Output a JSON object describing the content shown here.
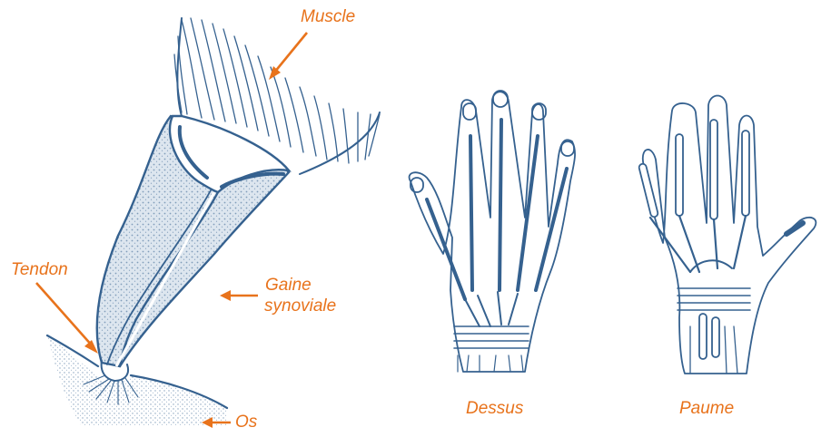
{
  "labels": {
    "muscle": "Muscle",
    "tendon": "Tendon",
    "gaine_line1": "Gaine",
    "gaine_line2": "synoviale",
    "os": "Os",
    "dessus": "Dessus",
    "paume": "Paume"
  },
  "colors": {
    "label": "#e8731c",
    "ink": "#35618f"
  }
}
